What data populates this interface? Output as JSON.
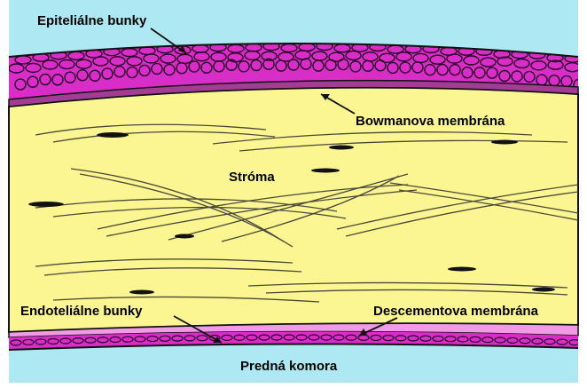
{
  "labels": {
    "epithelial_cells": "Epiteliálne bunky",
    "bowman_membrane": "Bowmanova membrána",
    "stroma": "Stróma",
    "endothelial_cells": "Endoteliálne bunky",
    "descemet_membrane": "Descementova membrána",
    "anterior_chamber": "Predná komora"
  },
  "colors": {
    "background_fluid": "#aee8f3",
    "stroma": "#fbf592",
    "epithelium": "#d82ec7",
    "bowman_layer": "#a23c95",
    "descemet_layer": "#f39ae6",
    "endothelium": "#d82ec7",
    "fibers": "#4a4a3a",
    "keratocytes": "#111111"
  }
}
